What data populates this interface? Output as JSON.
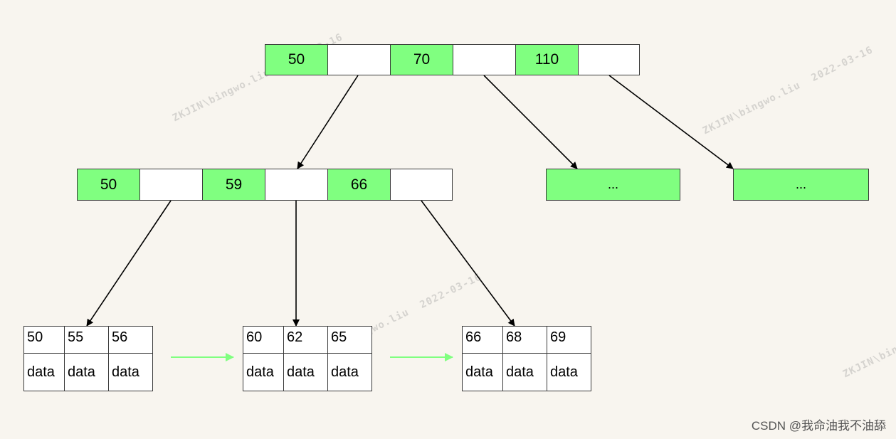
{
  "root": {
    "keys": [
      "50",
      "70",
      "110"
    ]
  },
  "level2": {
    "node": {
      "keys": [
        "50",
        "59",
        "66"
      ]
    },
    "cont_a": "...",
    "cont_b": "..."
  },
  "leaves": [
    {
      "keys": [
        "50",
        "55",
        "56"
      ],
      "data": [
        "data",
        "data",
        "data"
      ]
    },
    {
      "keys": [
        "60",
        "62",
        "65"
      ],
      "data": [
        "data",
        "data",
        "data"
      ]
    },
    {
      "keys": [
        "66",
        "68",
        "69"
      ],
      "data": [
        "data",
        "data",
        "data"
      ]
    }
  ],
  "watermark": "ZKJIN\\bingwo.liu  2022-03-16",
  "credit": "CSDN @我命油我不油舔",
  "colors": {
    "key_fill": "#80ff80",
    "leaf_link": "#80ff80",
    "arrow": "#000000",
    "background": "#f8f5ef"
  }
}
